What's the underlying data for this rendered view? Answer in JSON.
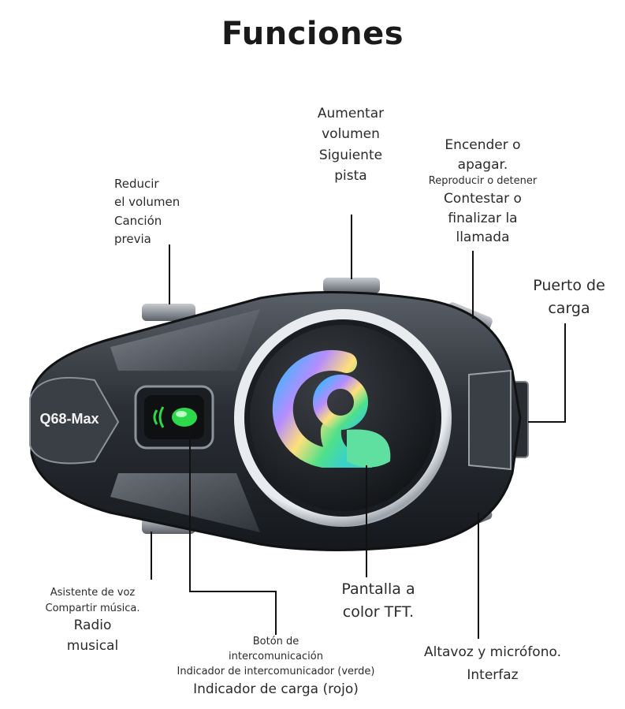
{
  "title": "Funciones",
  "device": {
    "model": "Q68-Max",
    "display_logo": "rainbow-q-logo-icon"
  },
  "labels": {
    "volume_down": [
      "Reducir",
      "el volumen",
      "Canción",
      "previa"
    ],
    "volume_up": [
      "Aumentar",
      "volumen",
      "Siguiente",
      "pista"
    ],
    "power": [
      "Encender o",
      "apagar.",
      "Reproducir o detener",
      "Contestar o",
      "finalizar la",
      "llamada"
    ],
    "charging_port": [
      "Puerto de",
      "carga"
    ],
    "voice_assistant": [
      "Asistente de voz",
      "Compartir música.",
      "Radio",
      "musical"
    ],
    "intercom": [
      "Botón de",
      "intercomunicación",
      "Indicador de intercomunicador (verde)",
      "Indicador de carga (rojo)"
    ],
    "screen": [
      "Pantalla a",
      "color TFT."
    ],
    "speaker": [
      "Altavoz y micrófono.",
      "Interfaz"
    ]
  },
  "colors": {
    "accent_green": "#2bd94a",
    "body_dark": "#2a2e33",
    "text": "#2b2b2b"
  }
}
